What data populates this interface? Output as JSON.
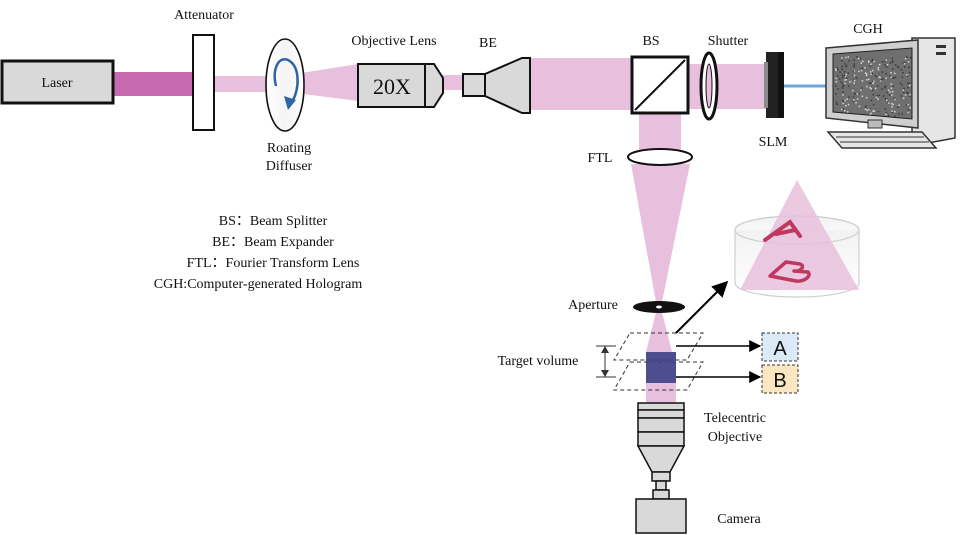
{
  "labels": {
    "laser": "Laser",
    "attenuator": "Attenuator",
    "rotating_diffuser_1": "Roating",
    "rotating_diffuser_2": "Diffuser",
    "objective_lens": "Objective Lens",
    "objective_mag": "20X",
    "be": "BE",
    "bs": "BS",
    "shutter": "Shutter",
    "slm": "SLM",
    "cgh": "CGH",
    "ftl": "FTL",
    "aperture": "Aperture",
    "target_volume": "Target volume",
    "telecentric_1": "Telecentric",
    "telecentric_2": "Objective",
    "camera": "Camera",
    "plane_a": "A",
    "plane_b": "B"
  },
  "legend": [
    "BS：Beam Splitter",
    "BE：Beam Expander",
    "FTL：Fourier Transform Lens",
    "CGH:Computer-generated Hologram"
  ],
  "colors": {
    "beam_light": "#e8bfdc",
    "beam_dark": "#c76bb0",
    "fiber": "#6ea8d8",
    "box_a": "#dce9f6",
    "box_b": "#fbe6c2",
    "volume": "#3f3f86",
    "diffuser_arrow": "#2f63a8"
  }
}
